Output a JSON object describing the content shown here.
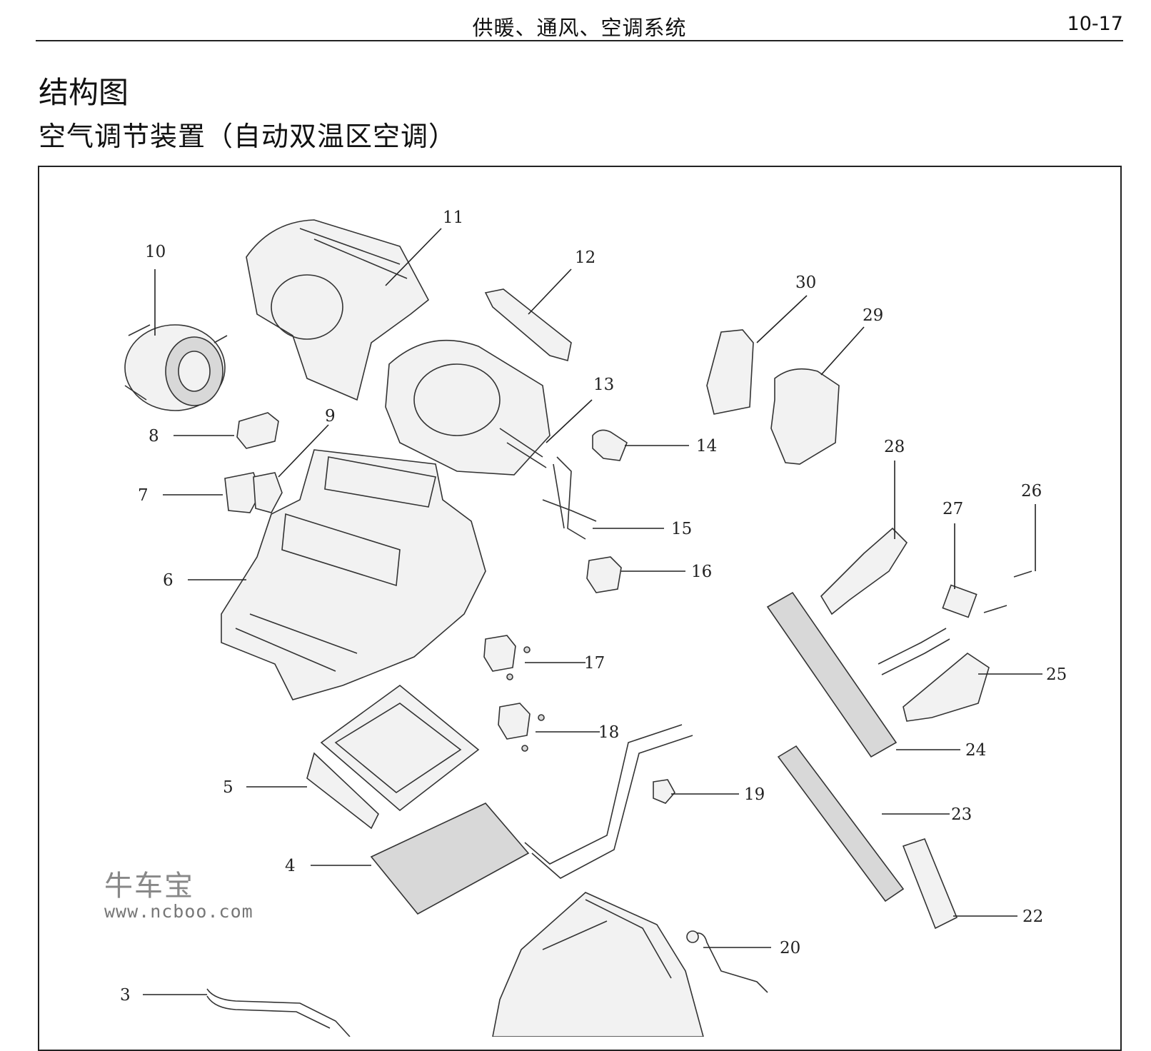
{
  "header": {
    "title": "供暖、通风、空调系统",
    "page_number": "10-17"
  },
  "section_title": "结构图",
  "subsection_title": "空气调节装置（自动双温区空调）",
  "callouts": [
    "3",
    "4",
    "5",
    "6",
    "7",
    "8",
    "9",
    "10",
    "11",
    "12",
    "13",
    "14",
    "15",
    "16",
    "17",
    "18",
    "19",
    "20",
    "22",
    "23",
    "24",
    "25",
    "26",
    "27",
    "28",
    "29",
    "30"
  ],
  "watermark": {
    "brand": "牛车宝",
    "url": "www.ncboo.com"
  }
}
